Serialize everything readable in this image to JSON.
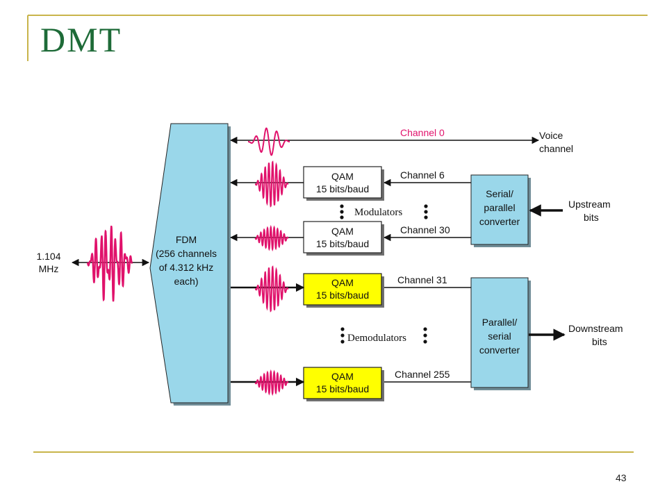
{
  "slide": {
    "title": "DMT",
    "page_number": "43"
  },
  "diagram": {
    "fdm": [
      "FDM",
      "(256 channels",
      "of 4.312 kHz",
      "each)"
    ],
    "frequency": [
      "1.104",
      "MHz"
    ],
    "channels": {
      "ch0": "Channel 0",
      "ch6": "Channel 6",
      "ch30": "Channel 30",
      "ch31": "Channel 31",
      "ch255": "Channel 255"
    },
    "qam_title": "QAM",
    "qam_rate": "15 bits/baud",
    "voice": [
      "Voice",
      "channel"
    ],
    "modulators": "Modulators",
    "demodulators": "Demodulators",
    "serial_parallel": [
      "Serial/",
      "parallel",
      "converter"
    ],
    "parallel_serial": [
      "Parallel/",
      "serial",
      "converter"
    ],
    "upstream": [
      "Upstream",
      "bits"
    ],
    "downstream": [
      "Downstream",
      "bits"
    ],
    "colors": {
      "title": "#1e6b38",
      "rule": "#c8b44a",
      "block_fill": "#9ad7ea",
      "modulator_fill": "#ffffff",
      "demodulator_fill": "#ffff00",
      "wave": "#e0126b",
      "channel0_label": "#e0126b"
    }
  }
}
